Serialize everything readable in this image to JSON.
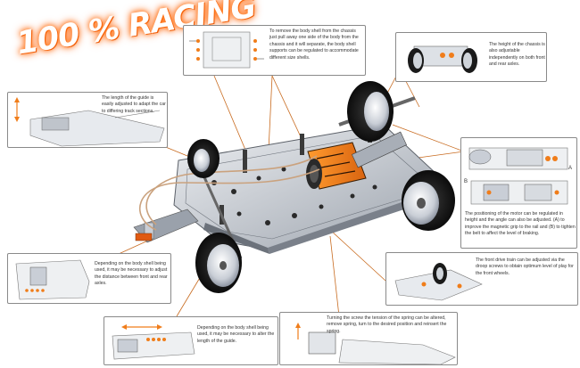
{
  "logo": {
    "text": "100 % RACING"
  },
  "callouts": {
    "body_shell": "To remove the body shell from the chassis just pull away one side of the body from the chassis and it will separate, the body shell supports can be regulated to accommodate different size shells.",
    "chassis_height": "The height of the chassis is also adjustable independently on both front and rear axles.",
    "guide_length": "The length of the guide is easily adjusted to adapt the car to differing track sections.",
    "motor_position": "The positioning of the motor can be regulated in height and the angle can also be adjusted. (A) to improve the magnetic grip to the rail and (B) to tighten the belt to affect the level of braking.",
    "front_drive": "The front drive train can be adjusted via the droop screws to obtain optimum level of play for the front wheels.",
    "axle_distance": "Depending on the body shell being used, it may be necessary to adjust the distance between front and rear axles.",
    "guide_alter": "Depending on the body shell being used, it may be necessary to alter the length of the guide.",
    "spring_tension": "Turning the screw the tension of the spring can be altered, remove spring, turn to the desired position and reinsert the spring."
  },
  "labels": {
    "a": "A",
    "b": "B"
  },
  "colors": {
    "accent": "#f07d1a",
    "leader": "#c86a1e",
    "border": "#8a8a8a",
    "logo_glow": "#ff5a00"
  },
  "icons": [
    "racing-logo",
    "slot-car-chassis",
    "leader-line",
    "wheel"
  ]
}
